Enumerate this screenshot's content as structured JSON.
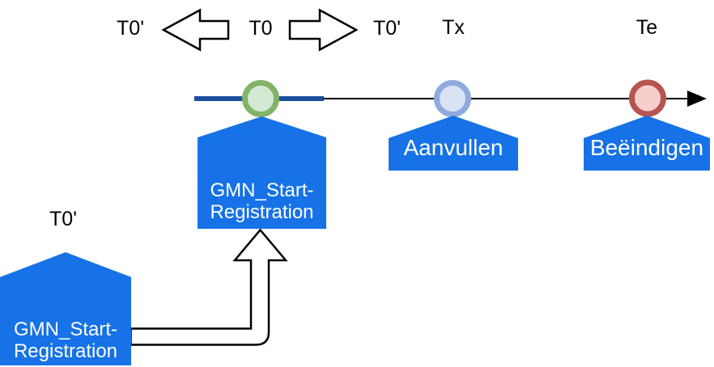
{
  "labels": {
    "t0_prime_left": "T0'",
    "t0": "T0",
    "t0_prime_right": "T0'",
    "tx": "Tx",
    "te": "Te",
    "t0_prime_detached": "T0'"
  },
  "events": {
    "start": {
      "line1": "GMN_Start-",
      "line2": "Registration"
    },
    "aanvullen": {
      "label": "Aanvullen"
    },
    "beeindigen": {
      "label": "Beëindigen"
    },
    "detached_start": {
      "line1": "GMN_Start-",
      "line2": "Registration"
    }
  },
  "colors": {
    "event_shape_fill": "#1672e6",
    "event_text": "#ffffff",
    "timeline_highlight_blue": "#1b4f9e",
    "timeline_line": "#000000",
    "block_arrow_fill": "#ffffff",
    "block_arrow_stroke": "#000000",
    "milestone_start_stroke": "#82b366",
    "milestone_start_fill": "#d5e8d4",
    "milestone_aanvullen_stroke": "#8faadc",
    "milestone_aanvullen_fill": "#dae3f3",
    "milestone_beeindigen_stroke": "#b85450",
    "milestone_beeindigen_fill": "#f8cecc"
  }
}
